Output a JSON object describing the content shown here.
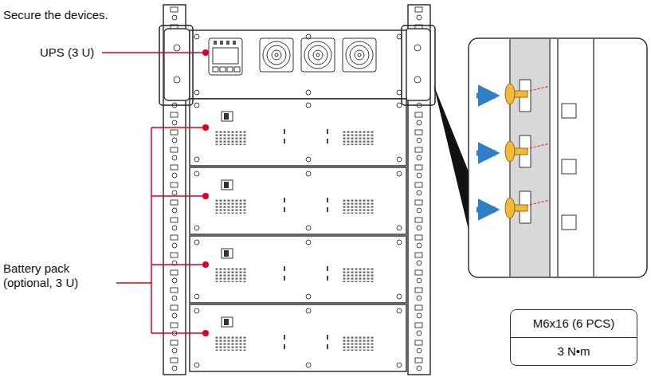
{
  "diagram": {
    "title": "Secure the devices.",
    "nodes": [
      {
        "text": [
          "M6x16 (6 PCS)",
          "3 N•m"
        ]
      }
    ],
    "labels": [
      "UPS (3 U)",
      "Battery pack (optional, 3 U)"
    ]
  }
}
